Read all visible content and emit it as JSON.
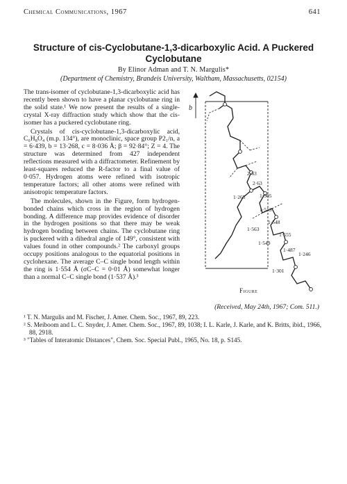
{
  "header": {
    "journal": "Chemical Communications, 1967",
    "page_number": "641"
  },
  "title": {
    "line1": "Structure of cis-Cyclobutane-1,3-dicarboxylic Acid.  A Puckered",
    "line2": "Cyclobutane"
  },
  "authors": "By Elinor Adman and T. N. Margulis*",
  "affiliation": "(Department of Chemistry, Brandeis University, Waltham, Massachusetts, 02154)",
  "body": {
    "p1": "The trans-isomer of cyclobutane-1,3-dicarboxylic acid has recently been shown to have a planar cyclobutane ring in the solid state.¹ We now present the results of a single-crystal X-ray diffraction study which show that the cis-isomer has a puckered cyclobutane ring.",
    "p2": "Crystals of cis-cyclobutane-1,3-dicarboxylic acid, C₆H₈O₄ (m.p. 134°), are monoclinic, space group P2₁/n, a = 6·439, b = 13·268, c = 8·036 Å; β = 92·84°; Z = 4. The structure was determined from 427 independent reflections measured with a diffractometer. Refinement by least-squares reduced the R-factor to a final value of 0·057. Hydrogen atoms were refined with isotropic temperature factors; all other atoms were refined with anisotropic temperature factors.",
    "p3": "The molecules, shown in the Figure, form hydrogen-bonded chains which cross in the region of hydrogen bonding. A difference map provides evidence of disorder in the hydrogen positions so that there may be weak hydrogen bonding between chains. The cyclobutane ring is puckered with a dihedral angle of 149°, consistent with values found in other compounds.² The carboxyl groups occupy positions analogous to the equatorial positions in cyclohexane. The average C–C single bond length within the ring is 1·554 Å (σC–C = 0·01 Å) somewhat longer than a normal C–C single bond (1·537 Å).³"
  },
  "figure": {
    "label": "Figure",
    "axis_label": "b",
    "bond_labels": [
      "2·63",
      "2·63",
      "1·265",
      "1·305",
      "1·513",
      "1·548",
      "1·563",
      "1·555",
      "1·549",
      "1·487",
      "1·246",
      "1·301"
    ]
  },
  "received": "(Received, May 24th, 1967; Com. 511.)",
  "references": [
    "¹ T. N. Margulis and M. Fischer, J. Amer. Chem. Soc., 1967, 89, 223.",
    "² S. Meiboom and L. C. Snyder, J. Amer. Chem. Soc., 1967, 89, 1038; I. L. Karle, J. Karle, and K. Britts, ibid., 1966, 88, 2918.",
    "³ \"Tables of Interatomic Distances\", Chem. Soc. Special Publ., 1965, No. 18, p. S145."
  ]
}
